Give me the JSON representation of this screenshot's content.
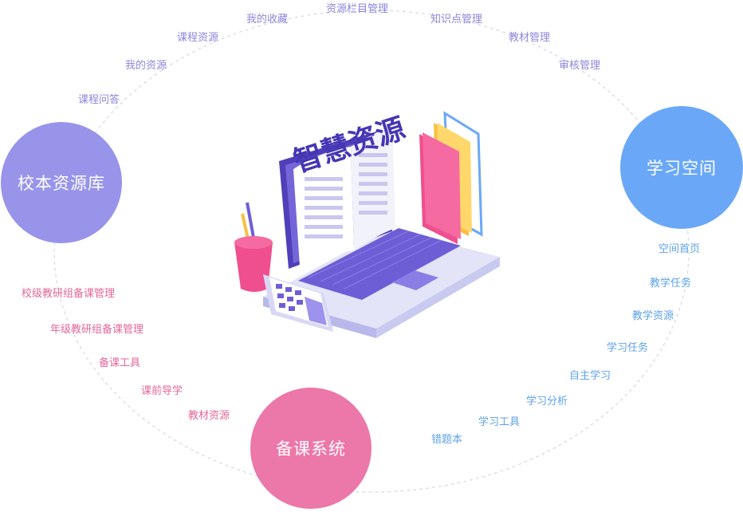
{
  "center": {
    "title": "智慧资源"
  },
  "hubs": {
    "left": {
      "label": "校本资源库",
      "color": "#9794ea"
    },
    "right": {
      "label": "学习空间",
      "color": "#6aa8f7"
    },
    "bottom": {
      "label": "备课系统",
      "color": "#ec77a9"
    }
  },
  "top_items": [
    "我的收藏",
    "资源栏目管理",
    "知识点管理",
    "课程资源",
    "教材管理",
    "我的资源",
    "审核管理",
    "课程问答"
  ],
  "right_items": [
    "空间首页",
    "教学任务",
    "教学资源",
    "学习任务",
    "自主学习",
    "学习分析",
    "学习工具",
    "错题本"
  ],
  "left_items": [
    "校级教研组备课管理",
    "年级教研组备课管理",
    "备课工具",
    "课前导学",
    "教材资源"
  ],
  "colors": {
    "purple": "#8d86dc",
    "blue": "#5ea2e7",
    "pink": "#e2679b",
    "ring": "#d7d9e6"
  }
}
